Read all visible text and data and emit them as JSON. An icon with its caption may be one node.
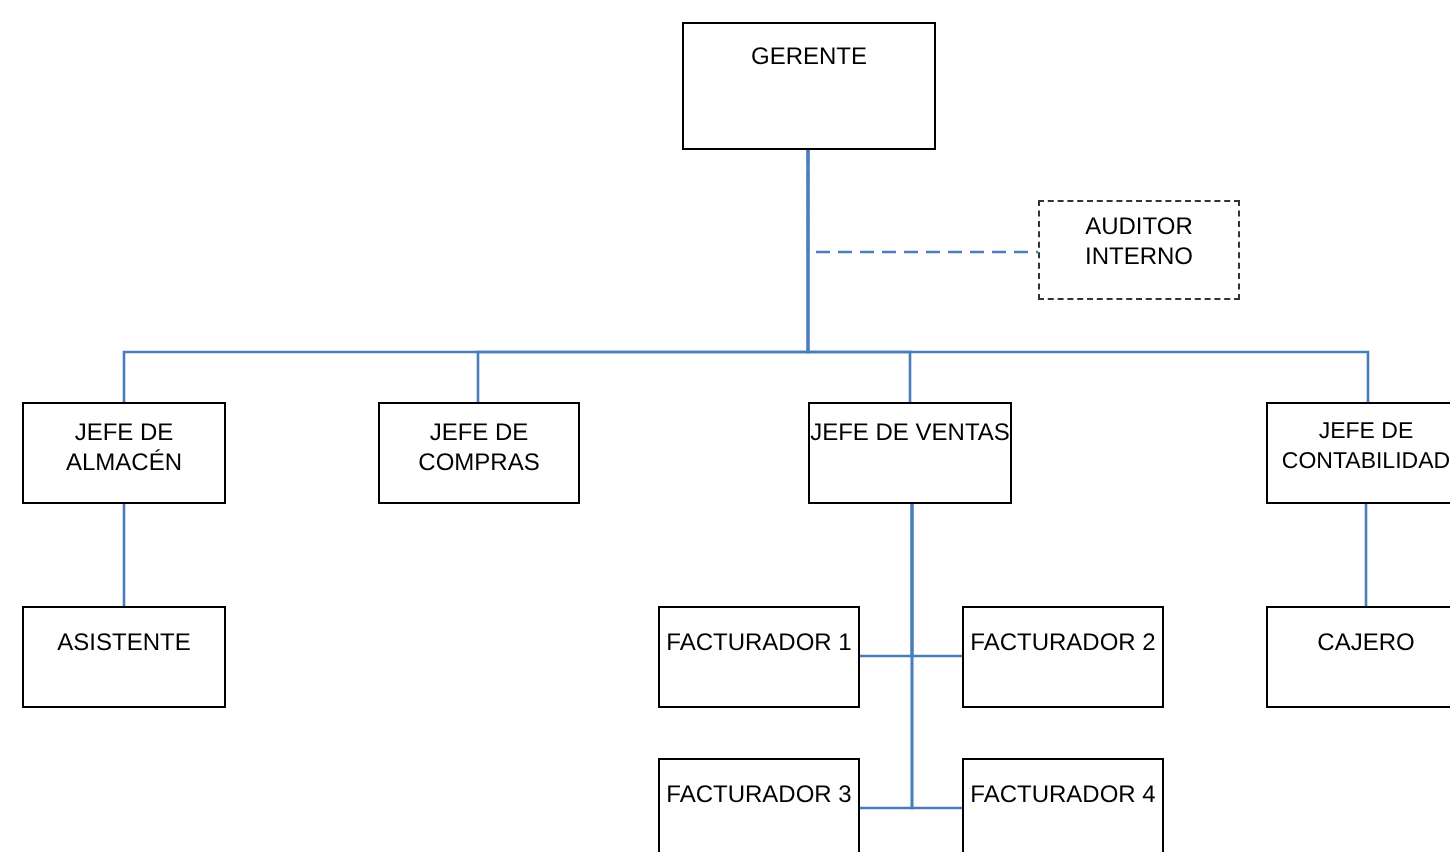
{
  "diagram": {
    "nodes": [
      {
        "text": [
          "GERENTE"
        ]
      },
      {
        "text": [
          "AUDITOR INTERNO"
        ]
      },
      {
        "text": [
          "JEFE DE ALMACÉN"
        ]
      },
      {
        "text": [
          "JEFE DE COMPRAS"
        ]
      },
      {
        "text": [
          "JEFE DE VENTAS"
        ]
      },
      {
        "text": [
          "JEFE DE CONTABILIDAD"
        ]
      },
      {
        "text": [
          "ASISTENTE"
        ]
      },
      {
        "text": [
          "FACTURADOR 1"
        ]
      },
      {
        "text": [
          "FACTURADOR 2"
        ]
      },
      {
        "text": [
          "FACTURADOR 3"
        ]
      },
      {
        "text": [
          "FACTURADOR 4"
        ]
      },
      {
        "text": [
          "CAJERO"
        ]
      }
    ],
    "edges": [
      {
        "from": 0,
        "to": 1,
        "arrow": "none",
        "style": "dashed"
      },
      {
        "from": 0,
        "to": 2,
        "arrow": "none"
      },
      {
        "from": 0,
        "to": 3,
        "arrow": "none"
      },
      {
        "from": 0,
        "to": 4,
        "arrow": "none"
      },
      {
        "from": 0,
        "to": 5,
        "arrow": "none"
      },
      {
        "from": 2,
        "to": 6,
        "arrow": "none"
      },
      {
        "from": 4,
        "to": 7,
        "arrow": "none"
      },
      {
        "from": 4,
        "to": 8,
        "arrow": "none"
      },
      {
        "from": 4,
        "to": 9,
        "arrow": "none"
      },
      {
        "from": 4,
        "to": 10,
        "arrow": "none"
      },
      {
        "from": 5,
        "to": 11,
        "arrow": "none"
      }
    ]
  }
}
